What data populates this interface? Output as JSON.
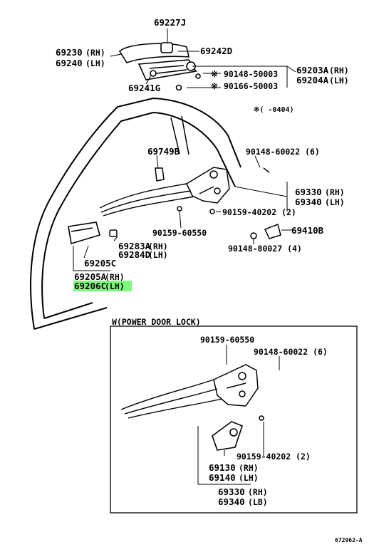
{
  "top_labels": {
    "p69227J": "69227J",
    "p69230": "69230",
    "p69230_side": "(RH)",
    "p69240": "69240",
    "p69240_side": "(LH)",
    "p69242D": "69242D",
    "p69241G": "69241G",
    "p69203A": "69203A",
    "p69203A_side": "(RH)",
    "p69204A": "69204A",
    "p69204A_side": "(LH)",
    "bolt1": "90148-50003",
    "bolt2": "90166-50003",
    "star_mark": "※",
    "note": "※(    -0404)"
  },
  "main_labels": {
    "p69749B": "69749B",
    "p90148_60022": "90148-60022 (6)",
    "p69330": "69330",
    "p69330_side": "(RH)",
    "p69340": "69340",
    "p69340_side": "(LH)",
    "p90159_40202": "90159-40202 (2)",
    "p90159_60550": "90159-60550",
    "p69410B": "69410B",
    "p90148_80027": "90148-80027 (4)",
    "p69283A": "69283A",
    "p69283A_side": "(RH)",
    "p69284D": "69284D",
    "p69284D_side": "(LH)",
    "p69205C": "69205C",
    "p69205A": "69205A",
    "p69205A_side": "(RH)",
    "p69206C": "69206C",
    "p69206C_side": "(LH)"
  },
  "inset": {
    "title": "W(POWER DOOR LOCK)",
    "p90159_60550": "90159-60550",
    "p90148_60022": "90148-60022 (6)",
    "p90159_40202": "90159-40202 (2)",
    "p69130": "69130",
    "p69130_side": "(RH)",
    "p69140": "69140",
    "p69140_side": "(LH)",
    "p69330": "69330",
    "p69330_side": "(RH)",
    "p69340": "69340",
    "p69340_side": "(LB)"
  },
  "footer": {
    "code": "672962-A"
  },
  "colors": {
    "highlight": "#7dfa7d",
    "ink": "#000000",
    "paper": "#ffffff"
  }
}
